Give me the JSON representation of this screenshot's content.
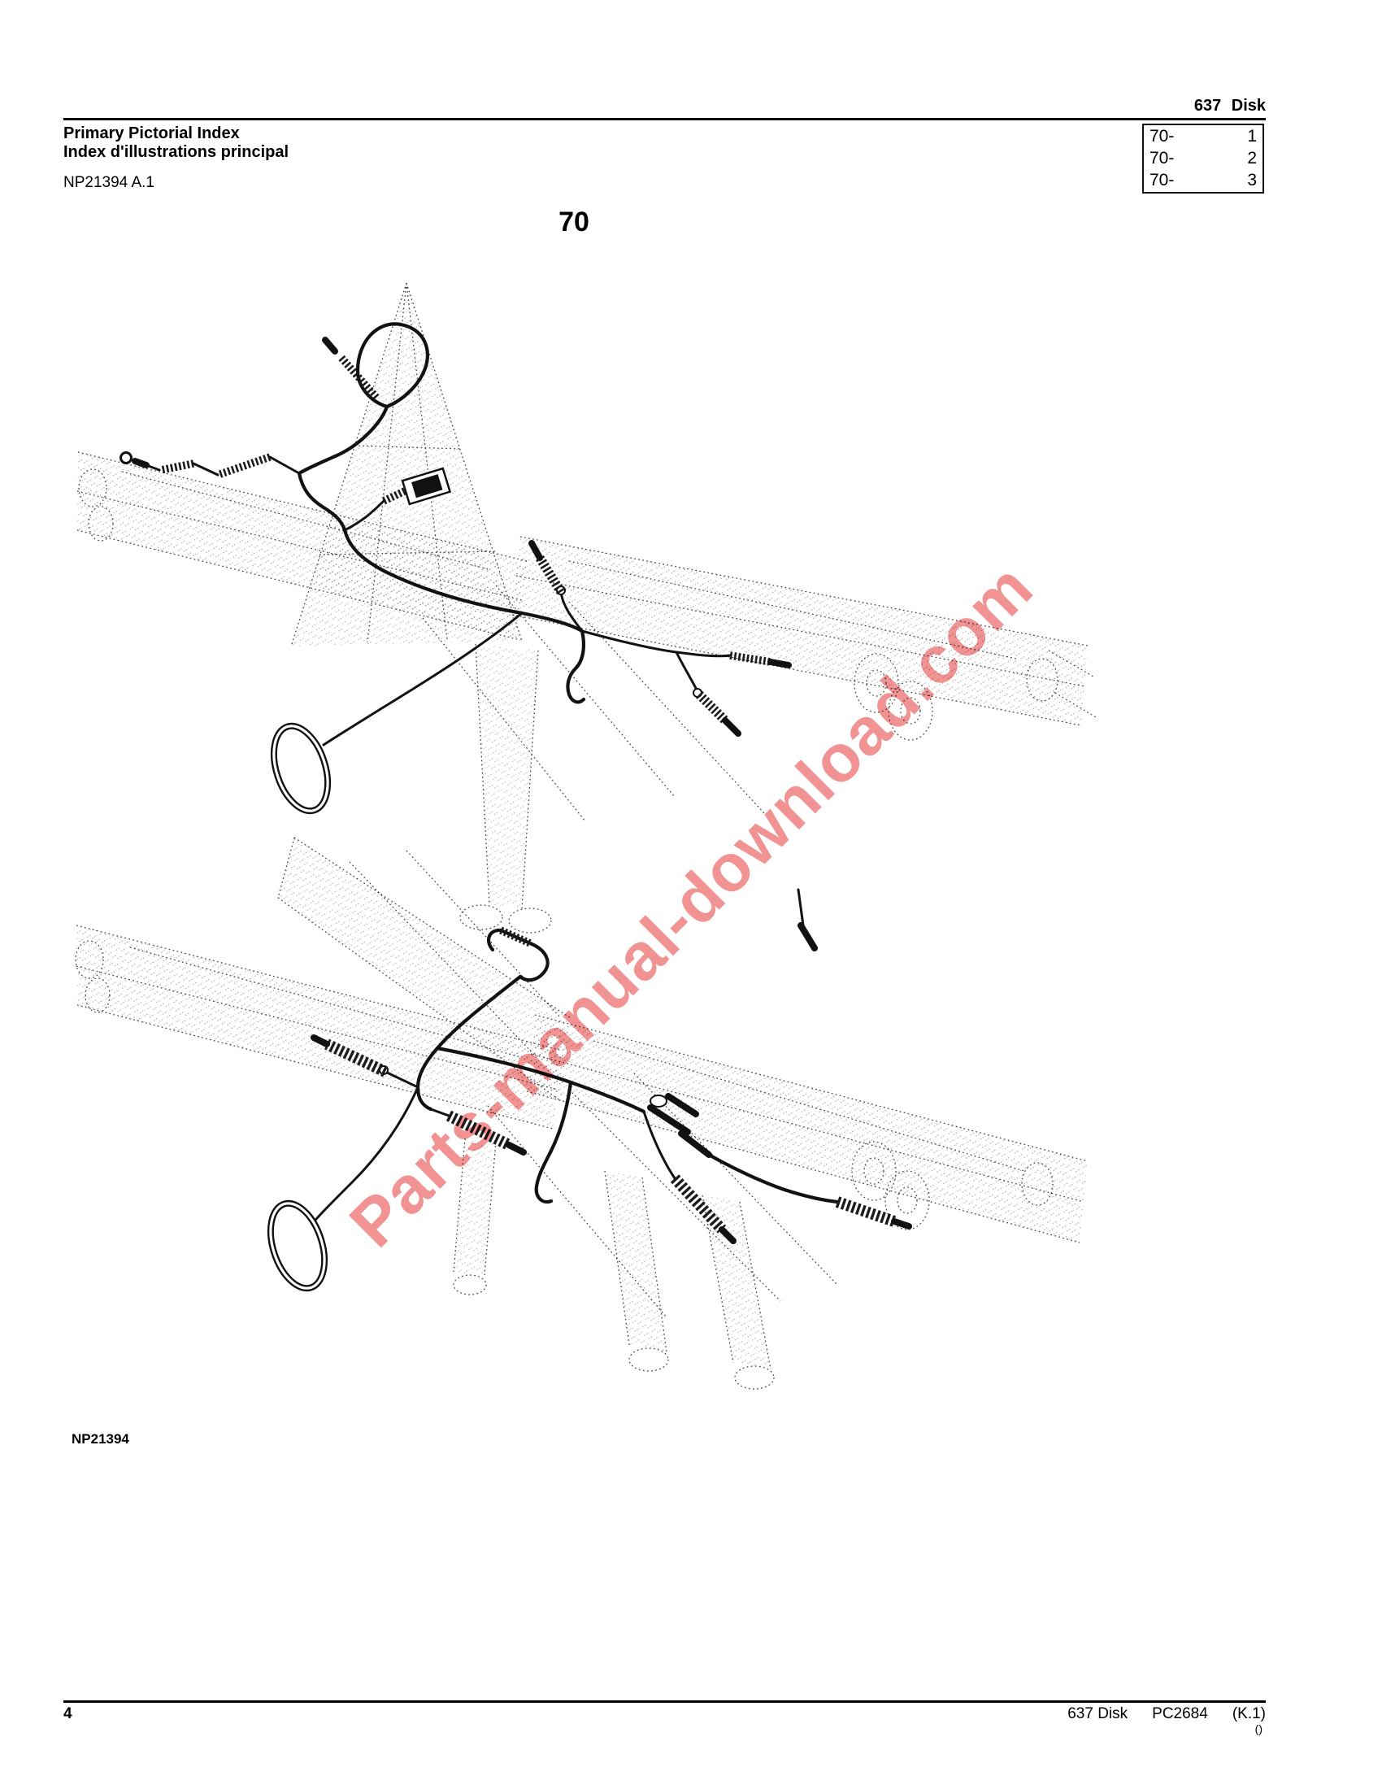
{
  "page": {
    "header": {
      "title_en": "Primary Pictorial Index",
      "title_fr": "Index d'illustrations principal",
      "doc_ref": "NP21394 A.1",
      "model": "637 Disk"
    },
    "index_box": {
      "rows": [
        {
          "label": "70-",
          "value": "1"
        },
        {
          "label": "70-",
          "value": "2"
        },
        {
          "label": "70-",
          "value": "3"
        }
      ]
    },
    "figure": {
      "number": "70",
      "image_ref": "NP21394"
    },
    "watermark": {
      "text": "Parts-manual-download.com",
      "color": "#f08080"
    },
    "footer": {
      "page_number": "4",
      "model": "637 Disk",
      "catalog": "PC2684",
      "revision": "(K.1)",
      "sub_note": "()"
    }
  }
}
